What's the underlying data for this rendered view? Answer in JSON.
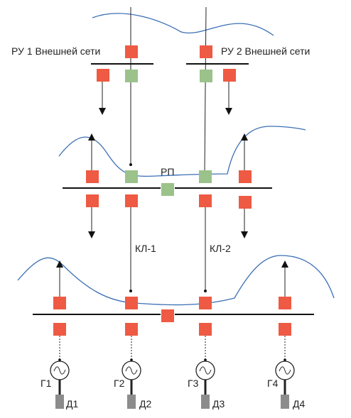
{
  "labels": {
    "ru1": "РУ 1 Внешней сети",
    "ru2": "РУ 2 Внешней сети",
    "rp": "РП",
    "kl1": "КЛ-1",
    "kl2": "КЛ-2"
  },
  "generators": [
    {
      "gen": "Г1",
      "motor": "Д1"
    },
    {
      "gen": "Г2",
      "motor": "Д2"
    },
    {
      "gen": "Г3",
      "motor": "Д3"
    },
    {
      "gen": "Г4",
      "motor": "Д4"
    }
  ],
  "colors": {
    "switch_closed": "#ee5a43",
    "switch_open": "#9bc28a",
    "wave": "#3b6fb5",
    "motor": "#8c8c8c"
  }
}
